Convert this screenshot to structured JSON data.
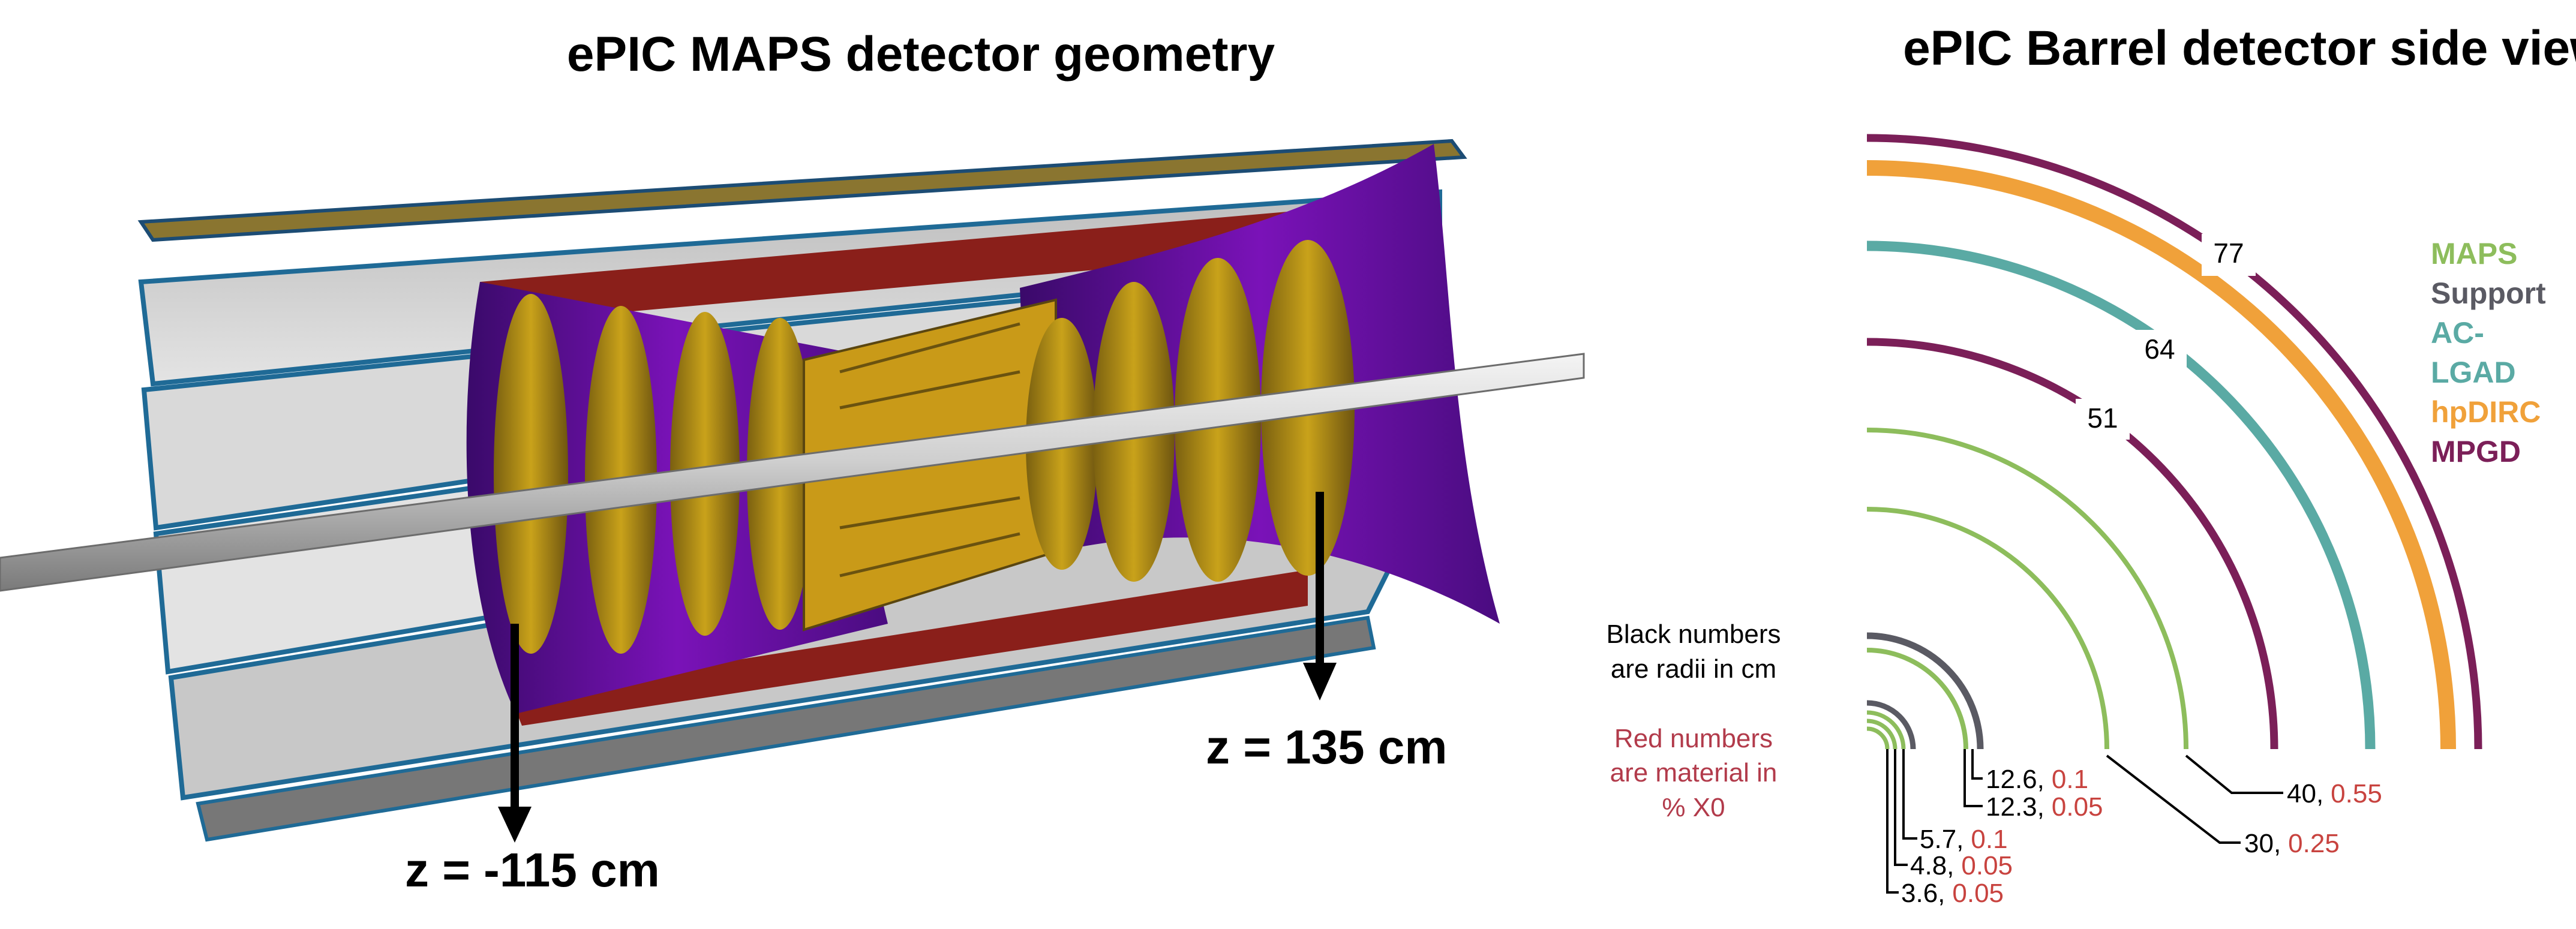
{
  "left": {
    "title": "ePIC MAPS detector geometry",
    "z_negative": "z = -115 cm",
    "z_positive": "z = 135 cm"
  },
  "right": {
    "title": "ePIC Barrel detector side view",
    "legend": [
      {
        "label": "MAPS",
        "color": "#8dbd5c"
      },
      {
        "label": "Support",
        "color": "#5a5a63"
      },
      {
        "label": "AC-",
        "color": "#5aaaa4"
      },
      {
        "label": "LGAD",
        "color": "#5aaaa4"
      },
      {
        "label": "hpDIRC",
        "color": "#f0a13a"
      },
      {
        "label": "MPGD",
        "color": "#7b1f58"
      }
    ],
    "radius_labels": [
      "77",
      "64",
      "51"
    ],
    "note_black": [
      "Black numbers",
      "are radii in cm"
    ],
    "note_red": [
      "Red numbers",
      "are material in",
      "% X0"
    ],
    "layer_labels": [
      {
        "radius": "12.6,",
        "material": "0.1"
      },
      {
        "radius": "12.3,",
        "material": "0.05"
      },
      {
        "radius": "5.7,",
        "material": "0.1"
      },
      {
        "radius": "4.8,",
        "material": "0.05"
      },
      {
        "radius": "3.6,",
        "material": "0.05"
      },
      {
        "radius": "40,",
        "material": "0.55"
      },
      {
        "radius": "30,",
        "material": "0.25"
      }
    ],
    "colors": {
      "maps": "#8dbd5c",
      "support": "#5a5a63",
      "aclgad": "#5aaaa4",
      "hpdirc": "#f0a13a",
      "mpgd": "#7b1f58",
      "material_red": "#c8433f",
      "note_red": "#b23b4b"
    }
  }
}
